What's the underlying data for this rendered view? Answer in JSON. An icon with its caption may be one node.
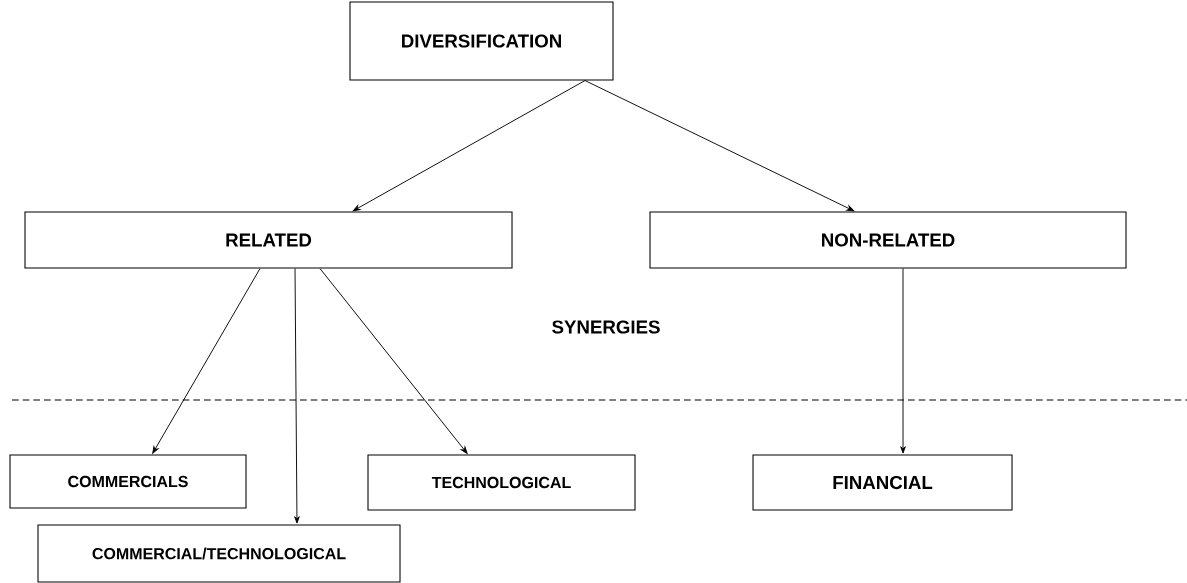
{
  "diagram": {
    "nodes": [
      {
        "text": [
          "DIVERSIFICATION"
        ]
      },
      {
        "text": [
          "RELATED"
        ]
      },
      {
        "text": [
          "NON-RELATED"
        ]
      },
      {
        "text": [
          "COMMERCIALS"
        ]
      },
      {
        "text": [
          "TECHNOLOGICAL"
        ]
      },
      {
        "text": [
          "FINANCIAL"
        ]
      },
      {
        "text": [
          "COMMERCIAL/TECHNOLOGICAL"
        ]
      }
    ],
    "edges": [
      {
        "from": 0,
        "to": 1,
        "arrow": "to"
      },
      {
        "from": 0,
        "to": 2,
        "arrow": "to"
      },
      {
        "from": 1,
        "to": 3,
        "arrow": "to"
      },
      {
        "from": 1,
        "to": 6,
        "arrow": "to"
      },
      {
        "from": 1,
        "to": 4,
        "arrow": "to"
      },
      {
        "from": 2,
        "to": 5,
        "arrow": "to"
      }
    ],
    "labels": [
      "SYNERGIES"
    ]
  }
}
